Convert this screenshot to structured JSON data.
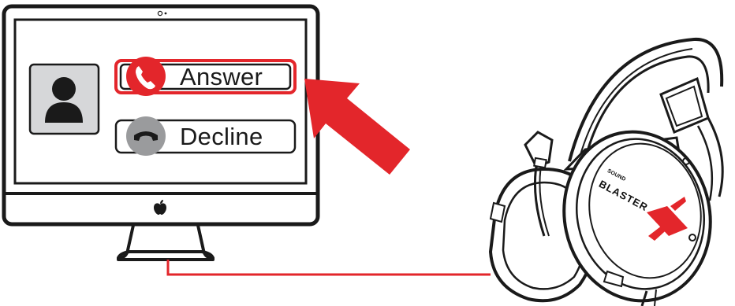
{
  "call_screen": {
    "answer_label": "Answer",
    "decline_label": "Decline"
  },
  "headset": {
    "brand_small": "SOUND",
    "brand_main": "BLASTER"
  },
  "colors": {
    "accent_red": "#e3262b",
    "outline": "#1a1a1a",
    "avatar_bg": "#d6d7d9",
    "decline_icon_bg": "#9a9b9d"
  },
  "icons": [
    "user-icon",
    "phone-answer-icon",
    "phone-decline-icon",
    "apple-logo-icon",
    "camera-icon",
    "arrow-icon",
    "headset-icon"
  ]
}
